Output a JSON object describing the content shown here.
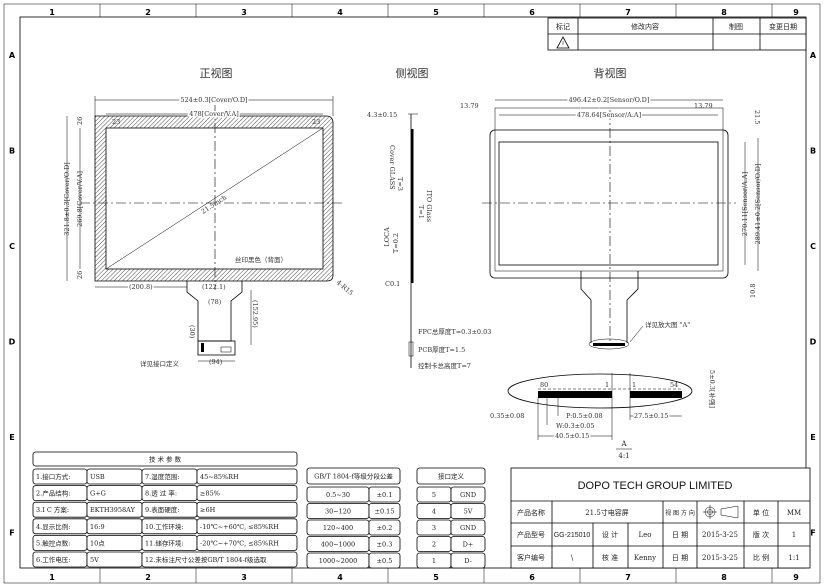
{
  "frame": {
    "columns": [
      "1",
      "2",
      "3",
      "4",
      "5",
      "6",
      "7",
      "8",
      "9"
    ],
    "rows": [
      "A",
      "B",
      "C",
      "D",
      "E",
      "F"
    ]
  },
  "revision_table": {
    "headers": [
      "标记",
      "修改内容",
      "制图",
      "变更日期"
    ],
    "mark_icon": "warning-triangle-icon"
  },
  "views": {
    "front": {
      "title": "正视图",
      "cover_od_width": "524±0.3[Cover/O.D]",
      "cover_va_width": "478[Cover/V.A]",
      "margin_left": "23",
      "margin_right": "23",
      "margin_top": "26",
      "margin_bottom": "26",
      "cover_od_height": "321.8±0.3[Cover/O.D]",
      "cover_va_height": "269.8[Cover/V.A]",
      "diagonal": "21.5inch",
      "silk_print_note": "丝印黑色（背面）",
      "corner_radius": "4-R15",
      "fpc_offset": "(200.8)",
      "fpc_width_top": "(122.1)",
      "fpc_width_mid": "(78)",
      "fpc_length": "(152.95)",
      "connector_height": "(30)",
      "connector_width": "(94)",
      "interface_note": "详见接口定义"
    },
    "side": {
      "title": "侧视图",
      "total_thickness": "4.3±0.15",
      "cover_glass": "Cover GLASS",
      "cover_glass_t": "T=3",
      "ito_glass": "ITO Glass",
      "ito_glass_t": "T=1",
      "loca": "LOCA",
      "loca_t": "T=0.2",
      "chamfer": "C0.1",
      "fpc_thickness": "FPC总厚度T=0.3±0.03",
      "pcb_thickness": "PCB厚度T=1.5",
      "controller_height": "控制卡总高度T=7"
    },
    "back": {
      "title": "背视图",
      "margin_left": "13.79",
      "margin_right": "13.79",
      "sensor_od_width": "496.42±0.2[Sensor/O.D]",
      "sensor_aa_width": "478.64[Sensor/A.A]",
      "top_offset": "21.5",
      "sensor_aa_height": "270.11[Sensor/A.A]",
      "sensor_od_height": "289.41±0.2[Sensor/O.D]",
      "bottom_offset": "10.8",
      "detail_note": "详见放大图 \"A\""
    },
    "detail_a": {
      "pin_left_start": "80",
      "pin_left_end": "1",
      "pin_right_start": "1",
      "pin_right_end": "54",
      "stiffener": "5±0.3[补强]",
      "edge": "0.35±0.08",
      "pitch": "P:0.5±0.08",
      "width": "W:0.3±0.05",
      "left_length": "40.5±0.15",
      "right_length": "27.5±0.15",
      "label": "A",
      "scale": "4:1"
    }
  },
  "tech_params": {
    "title": "技 术 参 数",
    "rows": [
      [
        "1.接口方式:",
        "USB",
        "7.湿度范围:",
        "45~85%RH"
      ],
      [
        "2.产品结构:",
        "G+G",
        "8.透 过 率:",
        "≥85%"
      ],
      [
        "3.I C 方案:",
        "EKTH3958AY",
        "9.表面硬度:",
        "≥6H"
      ],
      [
        "4.显示比例:",
        "16:9",
        "10.工作环境:",
        "-10℃~+60℃, ≤85%RH"
      ],
      [
        "5.触控点数:",
        "10点",
        "11.储存环境:",
        "-20℃~+70℃, ≤85%RH"
      ],
      [
        "6.工作电压:",
        "5V",
        "12.未标注尺寸公差按GB/T 1804-f级选取",
        ""
      ]
    ]
  },
  "tolerance_table": {
    "title": "GB/T 1804-f等级分段公差",
    "rows": [
      [
        "0.5~30",
        "±0.1"
      ],
      [
        "30~120",
        "±0.15"
      ],
      [
        "120~400",
        "±0.2"
      ],
      [
        "400~1000",
        "±0.3"
      ],
      [
        "1000~2000",
        "±0.5"
      ]
    ]
  },
  "interface_table": {
    "title": "接口定义",
    "rows": [
      [
        "5",
        "GND"
      ],
      [
        "4",
        "5V"
      ],
      [
        "3",
        "GND"
      ],
      [
        "2",
        "D+"
      ],
      [
        "1",
        "D-"
      ]
    ]
  },
  "title_block": {
    "company": "DOPO TECH GROUP LIMITED",
    "product_name_label": "产品名称",
    "product_name": "21.5寸电容屏",
    "view_direction_label": "视 图 方 向",
    "unit_label": "单 位",
    "unit": "MM",
    "model_label": "产品型号",
    "model": "GG-215010",
    "design_label": "设 计",
    "designer": "Leo",
    "date_label": "日 期",
    "design_date": "2015-3-25",
    "version_label": "版 次",
    "version": "1",
    "customer_label": "客户编号",
    "customer": "\\",
    "approve_label": "核 准",
    "approver": "Kenny",
    "approve_date": "2015-3-25",
    "scale_label": "比 例",
    "scale": "1:1"
  }
}
